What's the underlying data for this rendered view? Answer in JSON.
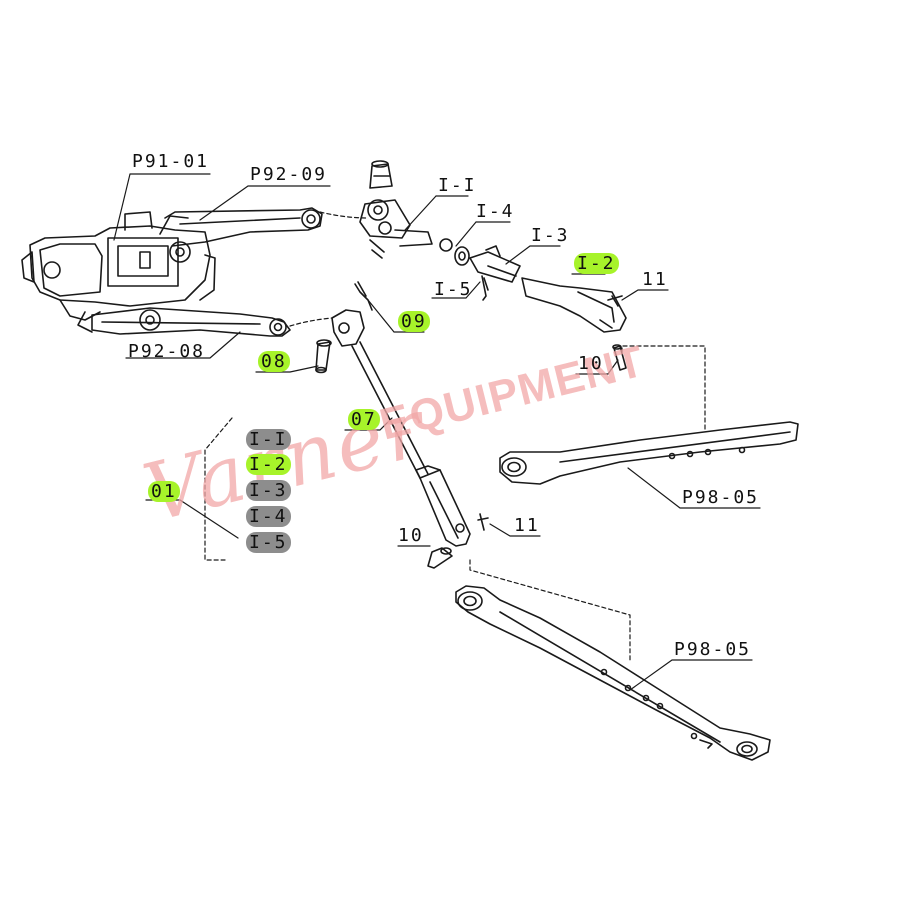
{
  "labels": {
    "p91_01": "P91-01",
    "p92_09": "P92-09",
    "p92_08": "P92-08",
    "i1_top": "I-I",
    "i4_top": "I-4",
    "i3_top": "I-3",
    "i2_top": "I-2",
    "i5_top": "I-5",
    "l11_top": "11",
    "l09": "09",
    "l08": "08",
    "l10_top": "10",
    "l07": "07",
    "p98_05_top": "P98-05",
    "l01": "01",
    "list_i1": "I-I",
    "list_i2": "I-2",
    "list_i3": "I-3",
    "list_i4": "I-4",
    "list_i5": "I-5",
    "l11_mid": "11",
    "l10_low": "10",
    "p98_05_low": "P98-05"
  },
  "watermark": {
    "script": "Varner",
    "block": "EQUIPMENT"
  },
  "colors": {
    "highlight_green": "#a7f32a",
    "highlight_grey": "#8d8d8d",
    "watermark": "#f2a7a7",
    "line": "#1a1a1a"
  }
}
